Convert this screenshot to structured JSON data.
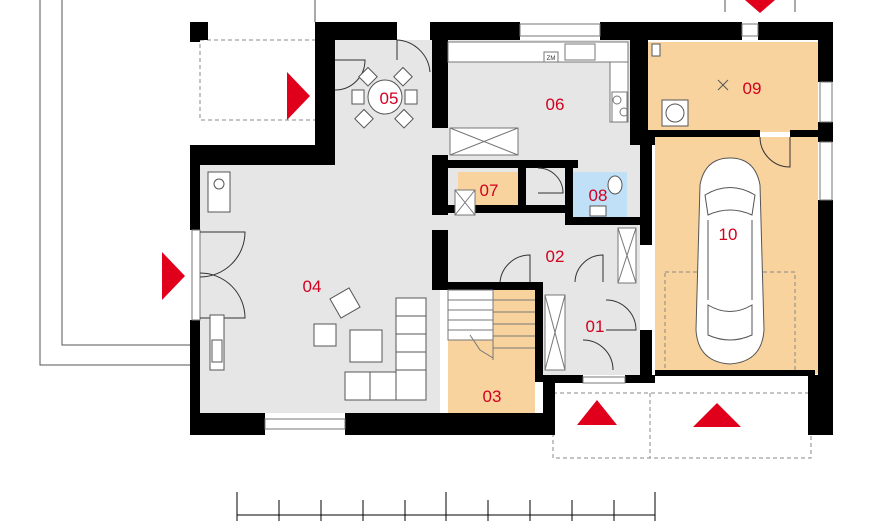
{
  "rooms": [
    {
      "id": "r01",
      "label": "01"
    },
    {
      "id": "r02",
      "label": "02"
    },
    {
      "id": "r03",
      "label": "03"
    },
    {
      "id": "r04",
      "label": "04"
    },
    {
      "id": "r05",
      "label": "05"
    },
    {
      "id": "r06",
      "label": "06"
    },
    {
      "id": "r07",
      "label": "07"
    },
    {
      "id": "r08",
      "label": "08"
    },
    {
      "id": "r09",
      "label": "09"
    },
    {
      "id": "r10",
      "label": "10"
    }
  ],
  "appliance_label": "ZM",
  "colors": {
    "wall": "#000000",
    "living_floor": "#e6e6e6",
    "utility_floor": "#f9d39e",
    "bathroom_floor": "#bfe0f7",
    "label": "#d2001f",
    "entry_arrow": "#e0001c"
  },
  "icons": [
    "entry-arrow-icon",
    "car-icon",
    "dining-set-icon",
    "sofa-icon",
    "toilet-icon",
    "sink-icon",
    "stove-icon",
    "light-fixture-icon"
  ]
}
